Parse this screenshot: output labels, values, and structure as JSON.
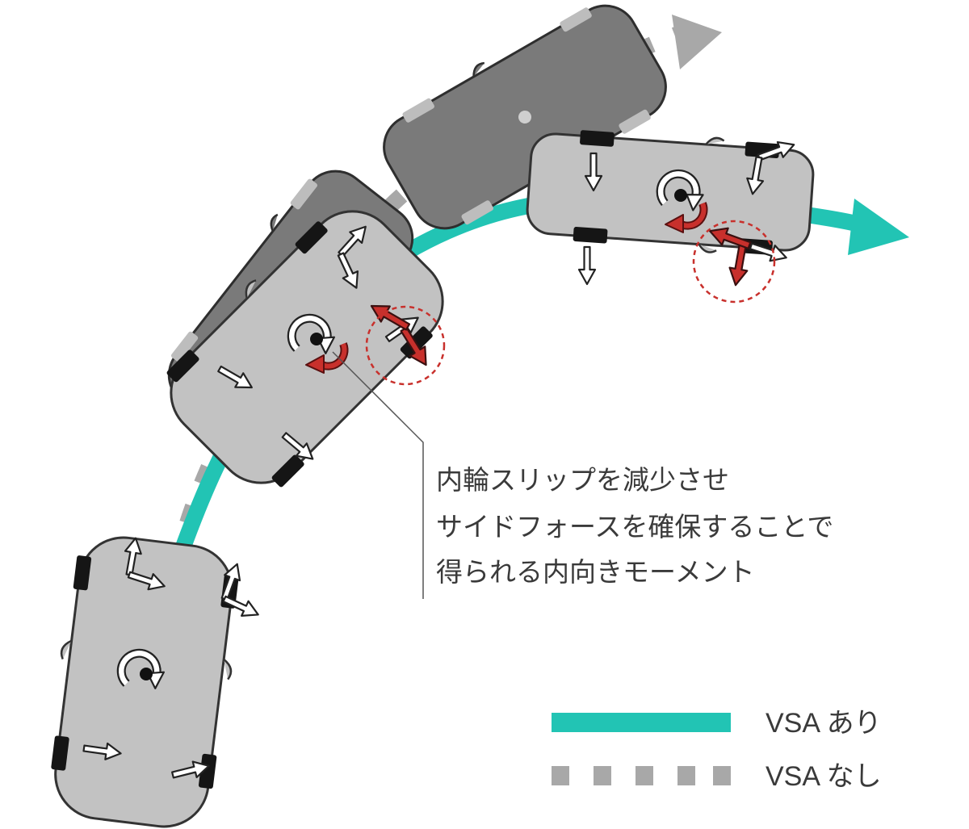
{
  "annotation": {
    "lines": [
      "内輪スリップを減少させ",
      "サイドフォースを確保することで",
      "得られる内向きモーメント"
    ]
  },
  "legend": {
    "with_vsa": "VSA あり",
    "without_vsa": "VSA なし"
  },
  "colors": {
    "vsa_path": "#22c4b4",
    "no_vsa_path": "#a8a8a8",
    "car_light": "#c2c2c2",
    "car_dark": "#7a7a7a",
    "force_highlight": "#c8302c",
    "outline": "#333333"
  },
  "icons": [
    "car-vsa",
    "car-no-vsa",
    "force-arrow",
    "yaw-moment-arrow",
    "tire",
    "center-of-gravity-dot"
  ]
}
